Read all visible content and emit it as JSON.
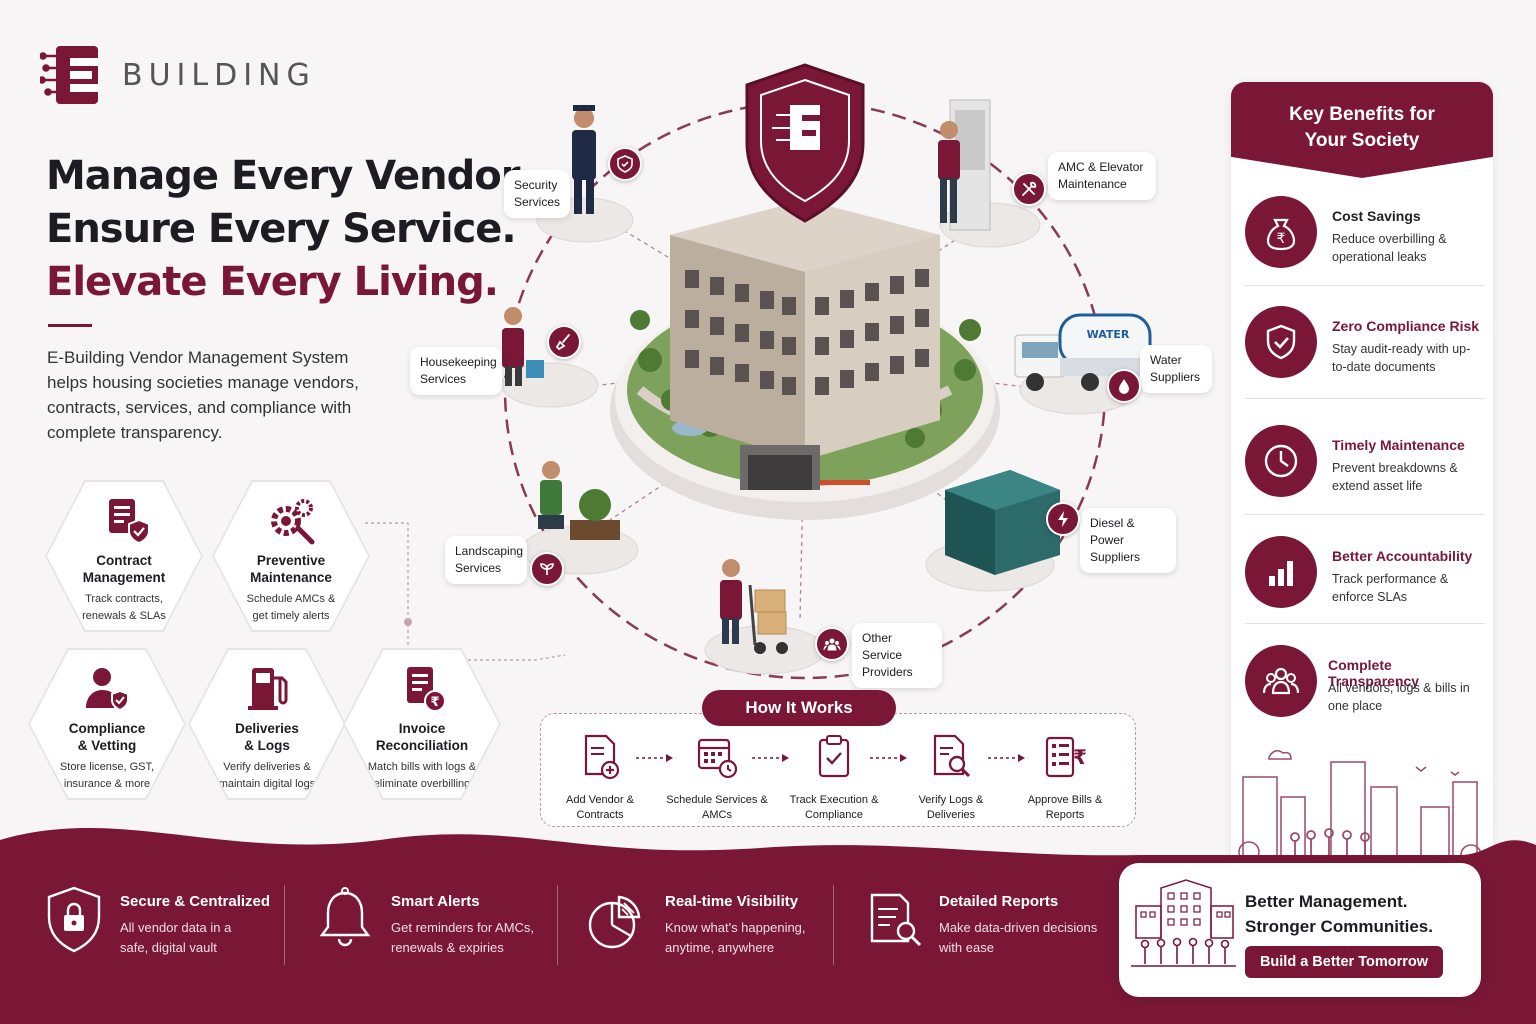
{
  "brand": {
    "name": "BUILDING",
    "accent": "#7a1737"
  },
  "headline": {
    "line1": "Manage Every Vendor.",
    "line2": "Ensure Every Service.",
    "line3": "Elevate Every Living."
  },
  "intro": "E-Building Vendor Management System helps housing societies manage vendors, contracts, services, and compliance with complete transparency.",
  "features": [
    {
      "title": "Contract Management",
      "desc": "Track contracts, renewals & SLAs",
      "icon": "contract-check-icon"
    },
    {
      "title": "Preventive Maintenance",
      "desc": "Schedule AMCs & get timely alerts",
      "icon": "gears-wrench-icon"
    },
    {
      "title": "Compliance & Vetting",
      "desc": "Store license, GST, insurance & more",
      "icon": "user-shield-icon"
    },
    {
      "title": "Deliveries & Logs",
      "desc": "Verify deliveries & maintain digital logs",
      "icon": "fuel-pump-icon"
    },
    {
      "title": "Invoice Reconciliation",
      "desc": "Match bills with logs & eliminate overbilling",
      "icon": "invoice-rupee-icon"
    }
  ],
  "services": [
    {
      "label": "Security Services",
      "icon": "shield-icon"
    },
    {
      "label": "AMC & Elevator Maintenance",
      "icon": "tools-icon"
    },
    {
      "label": "Housekeeping Services",
      "icon": "broom-icon"
    },
    {
      "label": "Water Suppliers",
      "icon": "water-drop-icon"
    },
    {
      "label": "Landscaping Services",
      "icon": "leaf-icon"
    },
    {
      "label": "Diesel & Power Suppliers",
      "icon": "lightning-icon"
    },
    {
      "label": "Other Service Providers",
      "icon": "people-group-icon"
    }
  ],
  "truck_text": "WATER",
  "how_it_works": {
    "title": "How It Works",
    "steps": [
      {
        "label": "Add Vendor & Contracts",
        "icon": "doc-add-icon"
      },
      {
        "label": "Schedule Services & AMCs",
        "icon": "calendar-clock-icon"
      },
      {
        "label": "Track Execution & Compliance",
        "icon": "clipboard-check-icon"
      },
      {
        "label": "Verify Logs & Deliveries",
        "icon": "doc-search-icon"
      },
      {
        "label": "Approve Bills & Reports",
        "icon": "bill-rupee-icon"
      }
    ]
  },
  "benefits": {
    "title": "Key Benefits for Your Society",
    "items": [
      {
        "title": "Cost Savings",
        "desc": "Reduce overbilling & operational leaks",
        "icon": "money-bag-icon",
        "title_color": "#1c1c22"
      },
      {
        "title": "Zero Compliance Risk",
        "desc": "Stay audit-ready with up-to-date documents",
        "icon": "shield-check-icon",
        "title_color": "#7a1737"
      },
      {
        "title": "Timely Maintenance",
        "desc": "Prevent breakdowns & extend asset life",
        "icon": "clock-icon",
        "title_color": "#7a1737"
      },
      {
        "title": "Better Accountability",
        "desc": "Track performance & enforce SLAs",
        "icon": "bar-chart-icon",
        "title_color": "#7a1737"
      },
      {
        "title": "Complete Transparency",
        "desc": "All vendors, logs & bills in one place",
        "icon": "community-icon",
        "title_color": "#7a1737"
      }
    ]
  },
  "bottom": [
    {
      "title": "Secure & Centralized",
      "desc": "All vendor data in a safe, digital vault",
      "icon": "lock-shield-icon"
    },
    {
      "title": "Smart Alerts",
      "desc": "Get reminders for AMCs, renewals & expiries",
      "icon": "bell-icon"
    },
    {
      "title": "Real-time Visibility",
      "desc": "Know what's happening, anytime, anywhere",
      "icon": "pie-chart-icon"
    },
    {
      "title": "Detailed Reports",
      "desc": "Make data-driven decisions with ease",
      "icon": "report-search-icon"
    }
  ],
  "cta": {
    "line1": "Better Management.",
    "line2": "Stronger Communities.",
    "button": "Build a Better Tomorrow"
  }
}
